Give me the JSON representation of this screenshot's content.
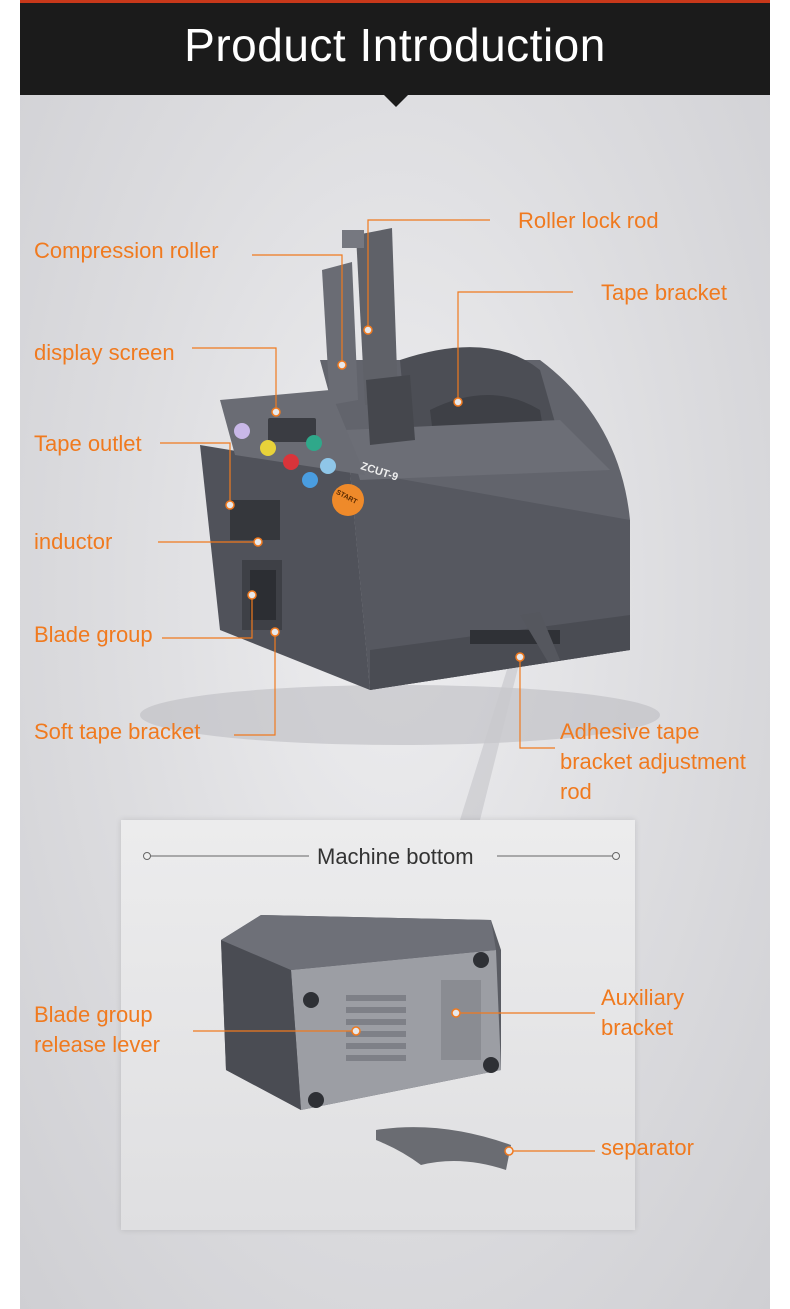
{
  "header": {
    "title": "Product Introduction"
  },
  "colors": {
    "banner": "#1b1b1b",
    "accent": "#f07a1f",
    "machine": "#5e6068"
  },
  "machine": {
    "model_label": "ZCUT-9",
    "start_button": "START"
  },
  "labels": {
    "roller_lock_rod": "Roller lock rod",
    "compression_roller": "Compression roller",
    "tape_bracket": "Tape bracket",
    "display_screen": "display screen",
    "tape_outlet": "Tape outlet",
    "inductor": "inductor",
    "blade_group": "Blade group",
    "soft_tape_bracket": "Soft tape bracket",
    "adhesive_tape_bracket_adjustment_rod": "Adhesive tape bracket adjustment rod"
  },
  "bottom_section": {
    "title": "Machine bottom",
    "labels": {
      "blade_group_release_lever": "Blade group release lever",
      "auxiliary_bracket": "Auxiliary bracket",
      "separator": "separator"
    }
  }
}
